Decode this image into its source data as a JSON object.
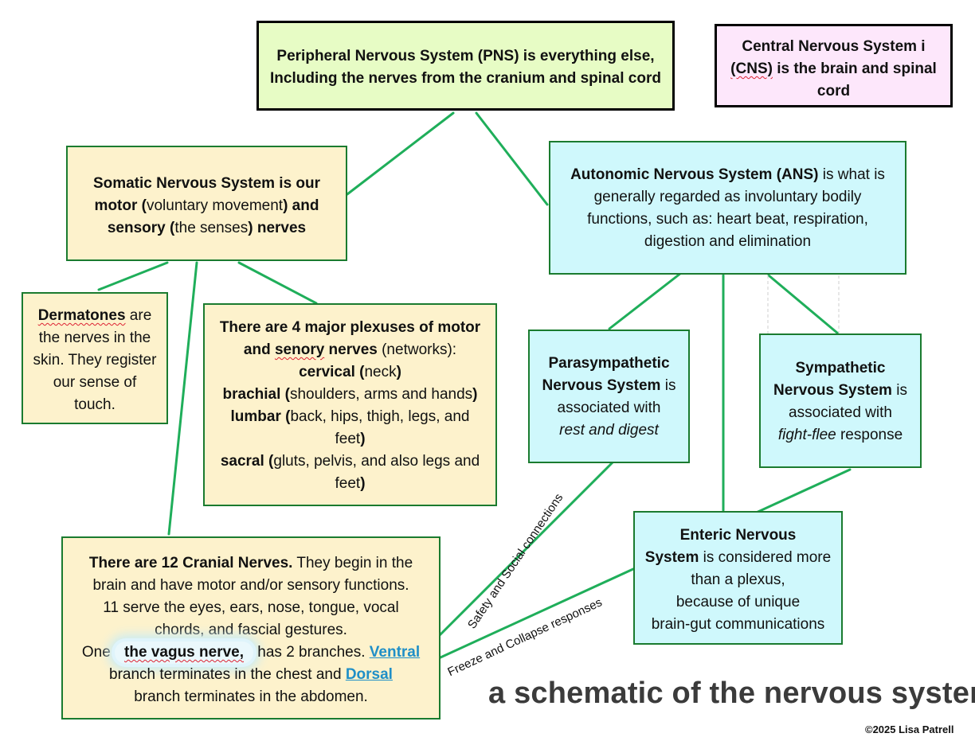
{
  "title": "a schematic of the nervous system",
  "copyright": "©2025 Lisa Patrell",
  "pns": {
    "line1": "Peripheral Nervous System (PNS) is everything else,",
    "line2": "Including the nerves from the cranium and spinal cord"
  },
  "cns": {
    "line1": "Central Nervous System i",
    "cns_abbr": "(CNS)",
    "line2_rest": " is the brain and spinal",
    "line3": "cord"
  },
  "somatic": {
    "t1": "Somatic Nervous System is our",
    "t2a": "motor (",
    "t2b": "voluntary movement",
    "t2c": ") and",
    "t3a": "sensory (",
    "t3b": "the senses",
    "t3c": ") nerves"
  },
  "ans": {
    "bold": "Autonomic Nervous System (ANS)",
    "rest1": " is what is",
    "line2": "generally regarded as involuntary bodily",
    "line3": "functions, such as: heart beat, respiration,",
    "line4": "digestion and elimination"
  },
  "dermatones": {
    "word": "Dermatones",
    "rest1": " are",
    "line2": "the nerves in the",
    "line3": "skin. They register",
    "line4": "our sense of",
    "line5": "touch."
  },
  "plexuses": {
    "line1": "There are 4 major plexuses of motor",
    "line2a": "and ",
    "line2b": "senory",
    "line2c": " nerves",
    "line2d": "  (networks):",
    "cervical": "cervical (",
    "cervical_d": "neck",
    "brachial": "brachial (",
    "brachial_d": "shoulders, arms and hands",
    "lumbar": "lumbar (",
    "lumbar_d": "back, hips, thigh, legs, and",
    "lumbar_d2": "feet",
    "sacral": "sacral (",
    "sacral_d": "gluts, pelvis, and also legs and",
    "sacral_d2": "feet",
    "close": ")"
  },
  "parasympathetic": {
    "line1": "Parasympathetic",
    "line2b": "Nervous System",
    "line2r": " is",
    "line3": "associated with",
    "line4": "rest and digest"
  },
  "sympathetic": {
    "line1": "Sympathetic",
    "line2b": "Nervous System",
    "line2r": " is",
    "line3": "associated with",
    "line4i": "fight-flee",
    "line4r": " response"
  },
  "enteric": {
    "line1": "Enteric Nervous",
    "line2b": "System",
    "line2r": " is considered more",
    "line3": "than a plexus,",
    "line4": "because of unique",
    "line5": "brain-gut communications"
  },
  "cranial": {
    "bold": "There are 12 Cranial Nerves.",
    "rest1": " They begin in the",
    "line2": "brain and have motor and/or sensory functions.",
    "line3": "11 serve the eyes, ears, nose, tongue, vocal",
    "line4": "chords, and fascial gestures.",
    "one": "One ",
    "vagus": "the vagus nerve,",
    "has": " has 2 branches. ",
    "ventral": "Ventral",
    "line6a": "branch terminates in the chest and ",
    "dorsal": "Dorsal",
    "line7": "branch terminates in the abdomen."
  },
  "connectors": {
    "safety": "Safety and Social connections",
    "freeze": "Freeze and Collapse responses"
  },
  "colors": {
    "line": "#1fae5a",
    "pns_fill": "#e7fcc5",
    "cns_fill": "#fde7fb",
    "somatic_fill": "#fdf2cc",
    "autonomic_fill": "#cff8fc",
    "link": "#1f8fc7"
  }
}
